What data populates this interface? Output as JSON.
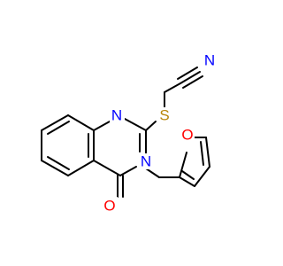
{
  "molecule": {
    "atoms": {
      "N1": {
        "symbol": "N",
        "color": "#0000ff"
      },
      "N3": {
        "symbol": "N",
        "color": "#0000ff"
      },
      "S": {
        "symbol": "S",
        "color": "#b8860b"
      },
      "N_nitrile": {
        "symbol": "N",
        "color": "#0000ff"
      },
      "O_carbonyl": {
        "symbol": "O",
        "color": "#ff0000"
      },
      "O_furan": {
        "symbol": "O",
        "color": "#ff0000"
      }
    },
    "bond_color": "#000000"
  }
}
